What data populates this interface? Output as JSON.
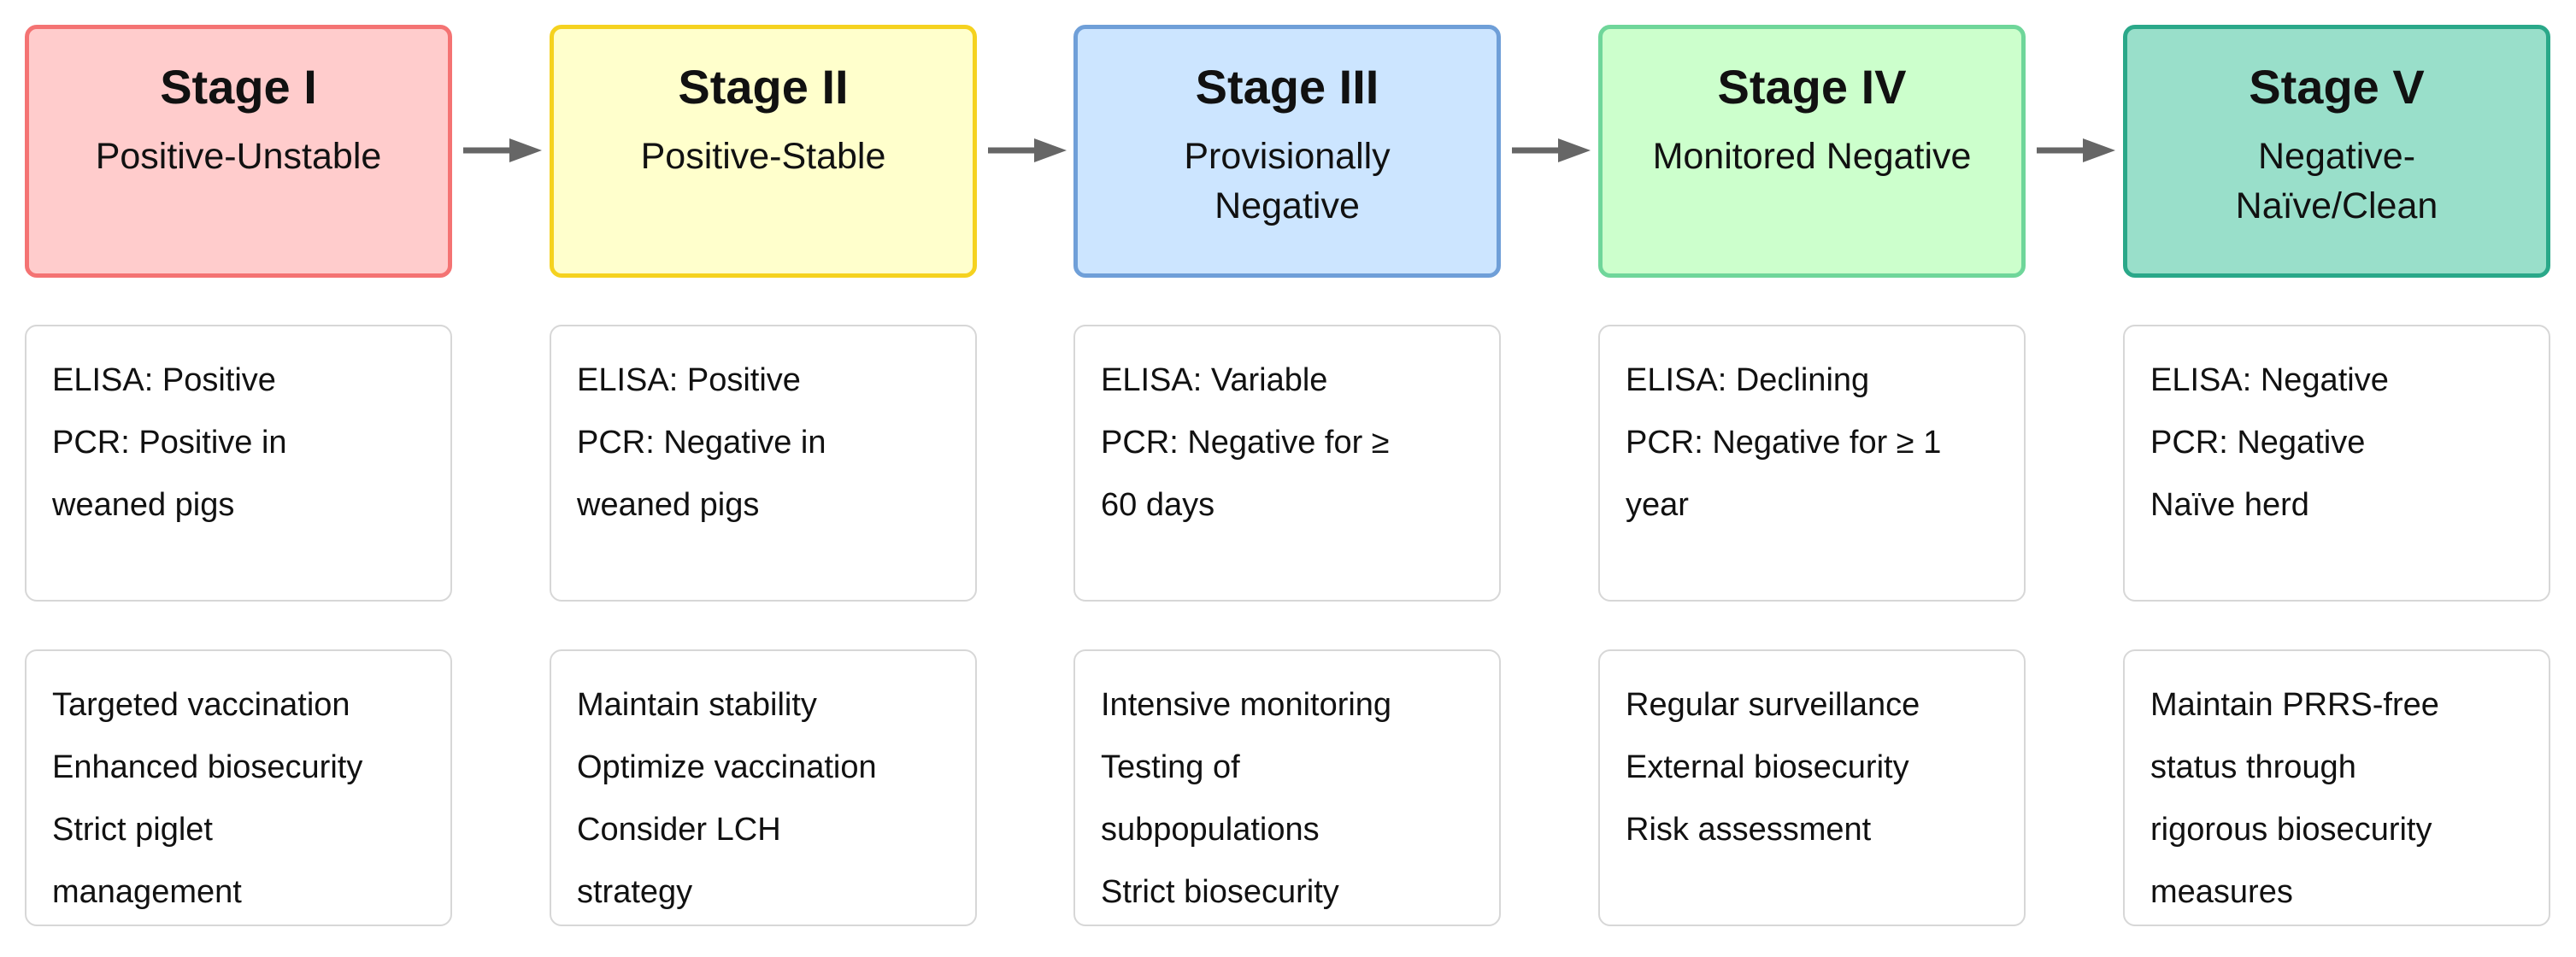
{
  "colors": {
    "stage1_fill": "#ffcccc",
    "stage1_border": "#f47373",
    "stage2_fill": "#ffffcc",
    "stage2_border": "#f5d21f",
    "stage3_fill": "#cce5ff",
    "stage3_border": "#6f9fd8",
    "stage4_fill": "#ccffcc",
    "stage4_border": "#6fd69a",
    "stage5_fill": "#99dfca",
    "stage5_border": "#2aa889",
    "arrow": "#666666"
  },
  "stages": [
    {
      "title": "Stage I",
      "subtitle": [
        "Positive-Unstable"
      ],
      "diagnostics": [
        "ELISA: Positive",
        "PCR: Positive in",
        "weaned pigs"
      ],
      "actions": [
        "Targeted vaccination",
        "Enhanced biosecurity",
        "Strict piglet",
        "management"
      ]
    },
    {
      "title": "Stage II",
      "subtitle": [
        "Positive-Stable"
      ],
      "diagnostics": [
        "ELISA: Positive",
        "PCR: Negative in",
        "weaned pigs"
      ],
      "actions": [
        "Maintain stability",
        "Optimize vaccination",
        "Consider LCH",
        "strategy"
      ]
    },
    {
      "title": "Stage III",
      "subtitle": [
        "Provisionally",
        "Negative"
      ],
      "diagnostics": [
        "ELISA: Variable",
        "PCR: Negative for ≥",
        "60 days"
      ],
      "actions": [
        "Intensive monitoring",
        "Testing of",
        "subpopulations",
        "Strict biosecurity"
      ]
    },
    {
      "title": "Stage IV",
      "subtitle": [
        "Monitored Negative"
      ],
      "diagnostics": [
        "ELISA: Declining",
        "PCR: Negative for ≥ 1",
        "year"
      ],
      "actions": [
        "Regular surveillance",
        "External biosecurity",
        "Risk assessment"
      ]
    },
    {
      "title": "Stage V",
      "subtitle": [
        "Negative-",
        "Naïve/Clean"
      ],
      "diagnostics": [
        "ELISA: Negative",
        "PCR: Negative",
        "Naïve herd"
      ],
      "actions": [
        "Maintain PRRS-free",
        "status through",
        "rigorous biosecurity",
        "measures"
      ]
    }
  ]
}
